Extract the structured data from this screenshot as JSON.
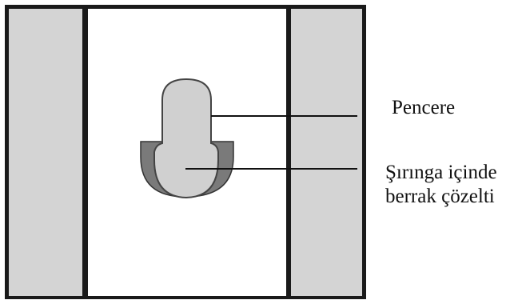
{
  "labels": {
    "window": "Pencere",
    "solution_line1": "Şırınga içinde",
    "solution_line2": "berrak çözelti"
  },
  "colors": {
    "frame": "#1a1a1a",
    "side_panel": "#d4d4d4",
    "center_panel": "#ffffff",
    "window_fill": "#d0d0d0",
    "window_shadow": "#7a7a7a",
    "leader_line": "#111111"
  }
}
